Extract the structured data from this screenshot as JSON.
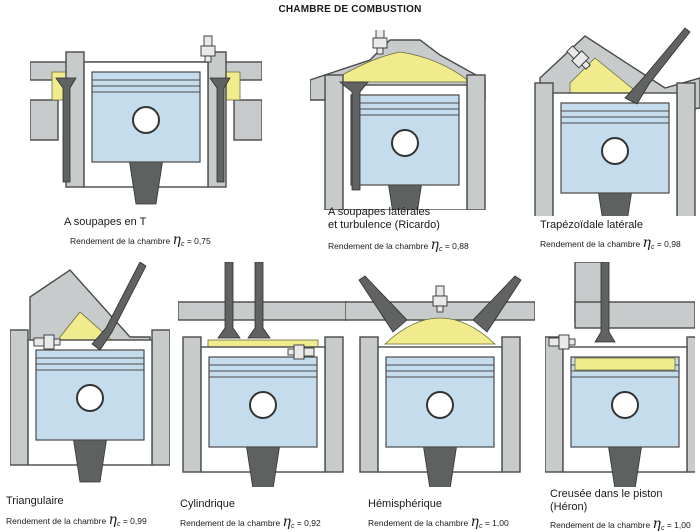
{
  "title": "CHAMBRE DE COMBUSTION",
  "rendement_label": "Rendement de la chambre",
  "eta_symbol": "η",
  "eta_subscript": "c",
  "chambers": [
    {
      "name": "A soupapes en T",
      "value": "= 0,75"
    },
    {
      "name": "A soupapes latérales",
      "name_line2": "et turbulence (Ricardo)",
      "value": "= 0,88"
    },
    {
      "name": "Trapézoïdale latérale",
      "value": "= 0,98"
    },
    {
      "name": "Triangulaire",
      "value": "= 0,99"
    },
    {
      "name": "Cylindrique",
      "value": "= 0,92"
    },
    {
      "name": "Hémisphérique",
      "value": "= 1,00"
    },
    {
      "name": "Creusée dans le piston",
      "name_line2": "(Héron)",
      "value": "= 1,00"
    }
  ],
  "colors": {
    "combustion_gas": "#f0ec8e",
    "piston": "#c5dcec",
    "engine_block": "#c8cbcc",
    "valve": "#606361"
  }
}
